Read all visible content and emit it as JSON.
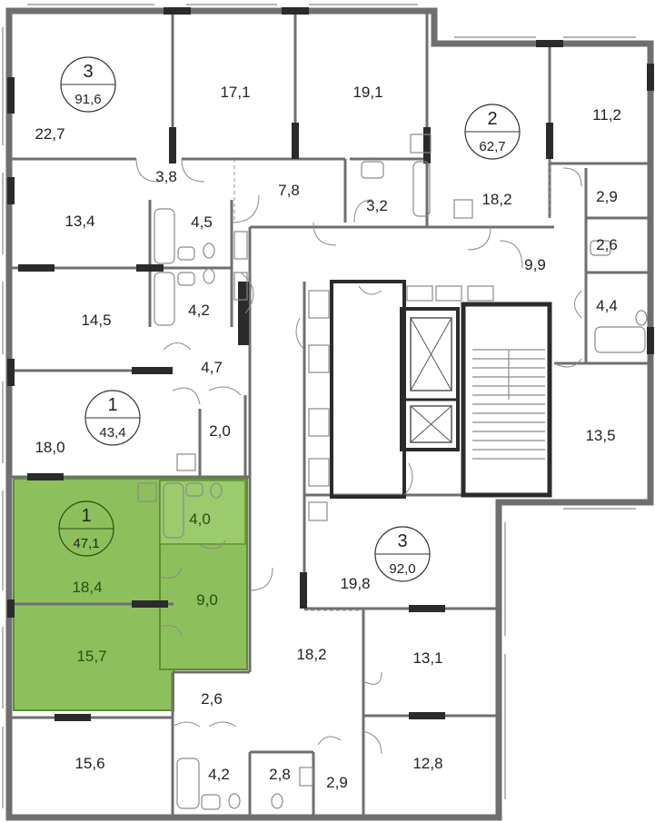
{
  "colors": {
    "wall": "#6f6f6f",
    "pillar": "#2b2b2b",
    "highlight": "#8dc05c",
    "highlight_border": "#5f8f2e",
    "background": "#ffffff"
  },
  "apartments": [
    {
      "rooms": "3",
      "area": "91,6"
    },
    {
      "rooms": "2",
      "area": "62,7"
    },
    {
      "rooms": "1",
      "area": "43,4"
    },
    {
      "rooms": "1",
      "area": "47,1",
      "highlighted": true
    },
    {
      "rooms": "3",
      "area": "92,0"
    }
  ],
  "rooms": [
    "22,7",
    "17,1",
    "19,1",
    "11,2",
    "3,8",
    "7,8",
    "3,2",
    "18,2",
    "2,9",
    "13,4",
    "4,5",
    "2,6",
    "9,9",
    "14,5",
    "4,2",
    "4,4",
    "4,7",
    "18,0",
    "2,0",
    "13,5",
    "4,0",
    "18,4",
    "9,0",
    "19,8",
    "15,7",
    "18,2",
    "13,1",
    "2,6",
    "15,6",
    "4,2",
    "2,8",
    "2,9",
    "12,8"
  ]
}
